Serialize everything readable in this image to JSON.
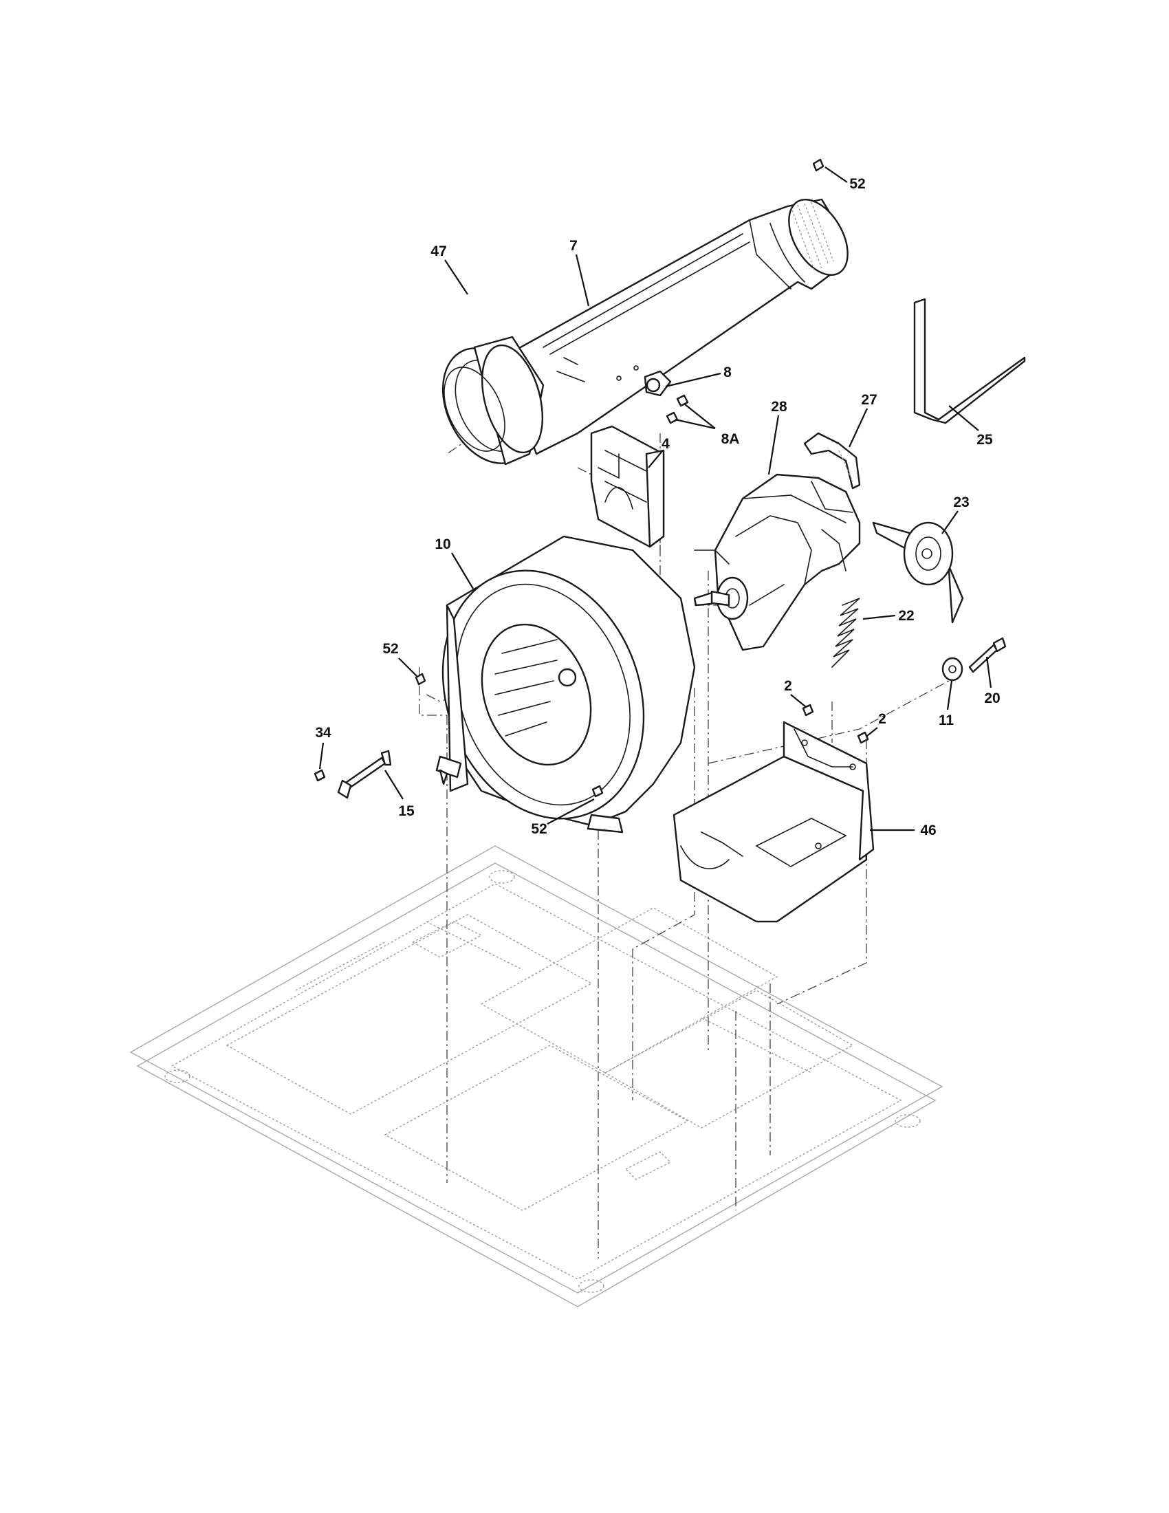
{
  "callouts": [
    {
      "id": "c52a",
      "label": "52"
    },
    {
      "id": "c7",
      "label": "7"
    },
    {
      "id": "c47",
      "label": "47"
    },
    {
      "id": "c8",
      "label": "8"
    },
    {
      "id": "c8A",
      "label": "8A"
    },
    {
      "id": "c28",
      "label": "28"
    },
    {
      "id": "c27",
      "label": "27"
    },
    {
      "id": "c25",
      "label": "25"
    },
    {
      "id": "c4",
      "label": "4"
    },
    {
      "id": "c23",
      "label": "23"
    },
    {
      "id": "c10",
      "label": "10"
    },
    {
      "id": "c22",
      "label": "22"
    },
    {
      "id": "c52b",
      "label": "52"
    },
    {
      "id": "c2a",
      "label": "2"
    },
    {
      "id": "c2b",
      "label": "2"
    },
    {
      "id": "c11",
      "label": "11"
    },
    {
      "id": "c20",
      "label": "20"
    },
    {
      "id": "c34",
      "label": "34"
    },
    {
      "id": "c15",
      "label": "15"
    },
    {
      "id": "c52c",
      "label": "52"
    },
    {
      "id": "c46",
      "label": "46"
    }
  ]
}
